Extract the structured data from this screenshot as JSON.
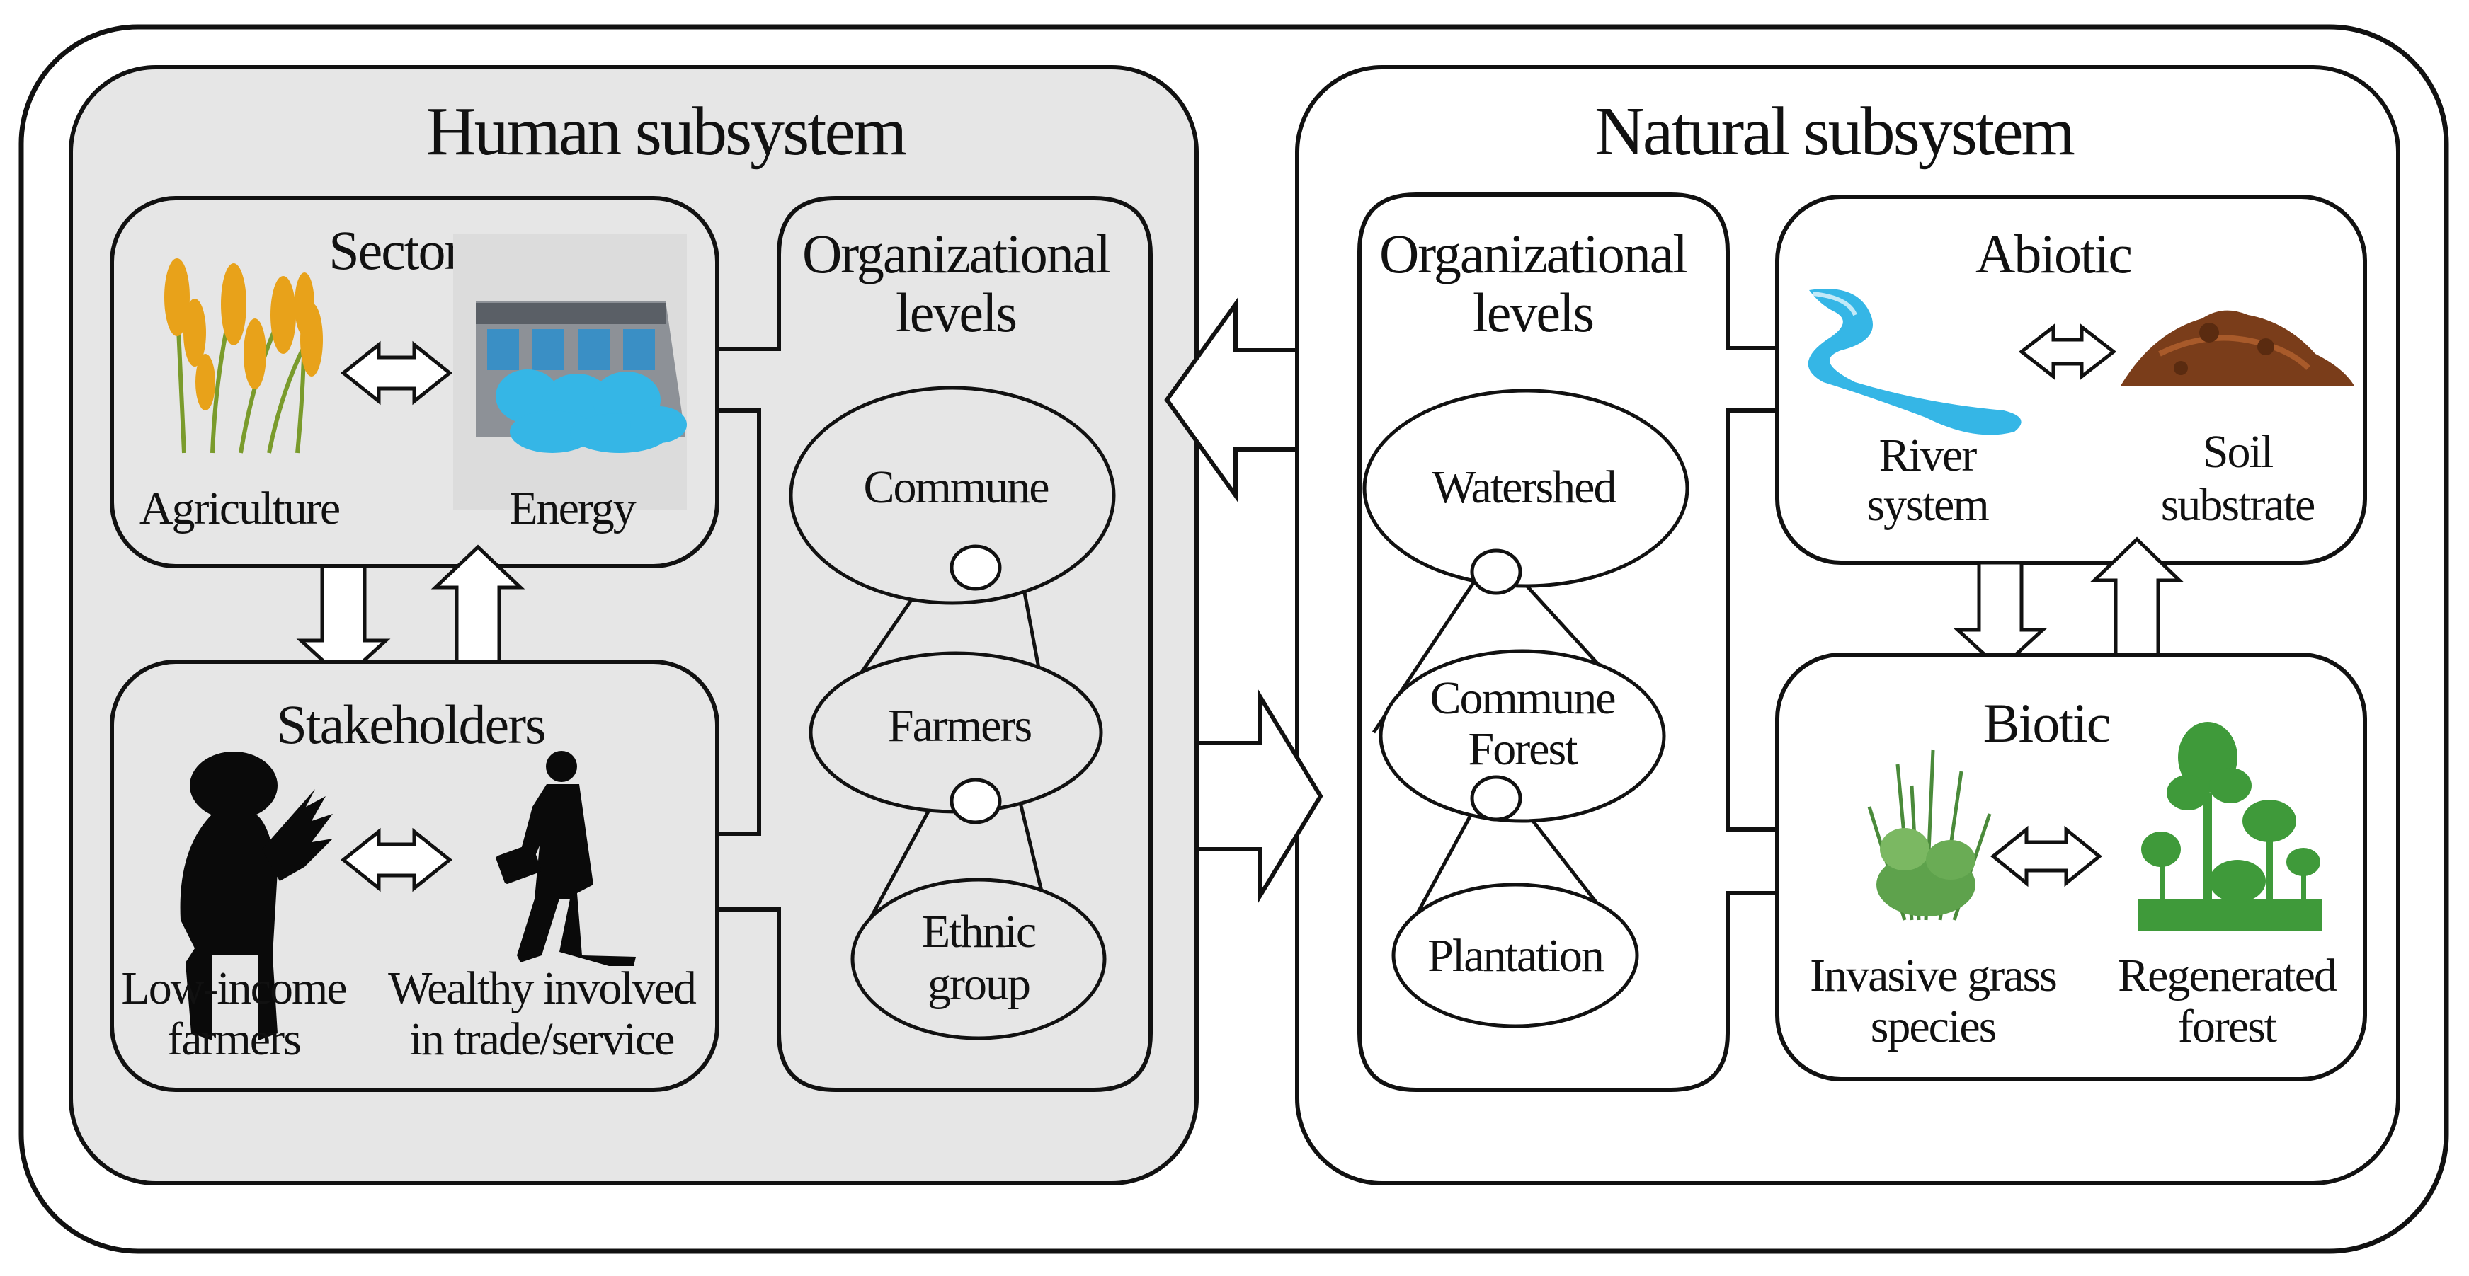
{
  "human": {
    "title": "Human subsystem",
    "sectors": {
      "title": "Sectors",
      "agriculture": "Agriculture",
      "energy": "Energy"
    },
    "stakeholders": {
      "title": "Stakeholders",
      "low_income_1": "Low-income",
      "low_income_2": "farmers",
      "wealthy_1": "Wealthy involved",
      "wealthy_2": "in trade/service"
    },
    "org": {
      "title_1": "Organizational",
      "title_2": "levels",
      "commune": "Commune",
      "farmers": "Farmers",
      "ethnic_1": "Ethnic",
      "ethnic_2": "group"
    }
  },
  "natural": {
    "title": "Natural subsystem",
    "org": {
      "title_1": "Organizational",
      "title_2": "levels",
      "watershed": "Watershed",
      "commune_forest_1": "Commune",
      "commune_forest_2": "Forest",
      "plantation": "Plantation"
    },
    "abiotic": {
      "title": "Abiotic",
      "river_1": "River",
      "river_2": "system",
      "soil_1": "Soil",
      "soil_2": "substrate"
    },
    "biotic": {
      "title": "Biotic",
      "grass_1": "Invasive grass",
      "grass_2": "species",
      "forest_1": "Regenerated",
      "forest_2": "forest"
    }
  },
  "colors": {
    "human_bg": "#e6e6e6",
    "outline": "#111111",
    "water": "#35b6e6",
    "grain": "#e8a21a",
    "soil": "#7a3d1a",
    "vegetation": "#3f9a3a"
  },
  "icons": [
    "rice-icon",
    "dam-icon",
    "farmer-silhouette-icon",
    "businessman-silhouette-icon",
    "river-icon",
    "soil-pile-icon",
    "grass-icon",
    "forest-icon",
    "double-arrow-icon"
  ]
}
